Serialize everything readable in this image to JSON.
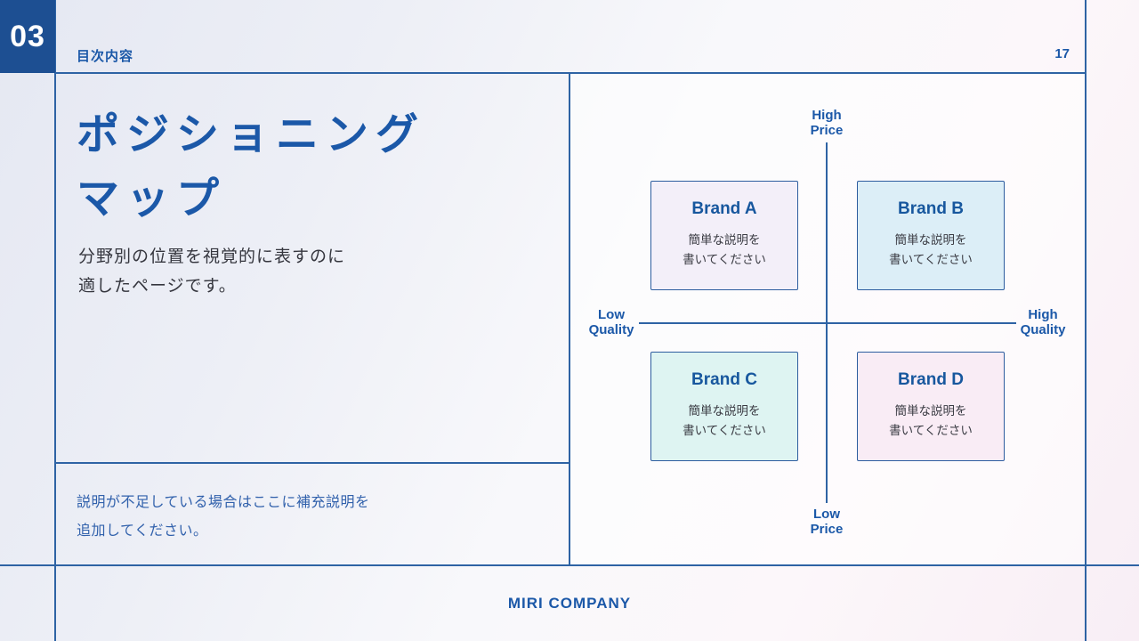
{
  "colors": {
    "accent": "#1d4f92",
    "line": "#2e63a4",
    "title-blue": "#1b58a8",
    "text-dark": "#35363e",
    "note-blue": "#3161ac",
    "brand-title": "#17579e",
    "box-border": "#2d5d9f"
  },
  "header": {
    "section_number": "03",
    "label": "目次内容",
    "page_number": "17"
  },
  "left_panel": {
    "title": {
      "line1": "ポジショニング",
      "line2": "マップ"
    },
    "description": {
      "line1": "分野別の位置を視覚的に表すのに",
      "line2": "適したページです。"
    },
    "note": {
      "line1": "説明が不足している場合はここに補充説明を",
      "line2": "追加してください。"
    }
  },
  "map": {
    "axes": {
      "top": {
        "line1": "High",
        "line2": "Price"
      },
      "bottom": {
        "line1": "Low",
        "line2": "Price"
      },
      "left": {
        "line1": "Low",
        "line2": "Quality"
      },
      "right": {
        "line1": "High",
        "line2": "Quality"
      }
    },
    "brands": [
      {
        "name": "Brand A",
        "desc1": "簡単な説明を",
        "desc2": "書いてください",
        "bg": "#f3eff9"
      },
      {
        "name": "Brand B",
        "desc1": "簡単な説明を",
        "desc2": "書いてください",
        "bg": "#dceef7"
      },
      {
        "name": "Brand C",
        "desc1": "簡単な説明を",
        "desc2": "書いてください",
        "bg": "#def4f2"
      },
      {
        "name": "Brand D",
        "desc1": "簡単な説明を",
        "desc2": "書いてください",
        "bg": "#f9ecf5"
      }
    ]
  },
  "footer": {
    "company": "MIRI COMPANY"
  }
}
